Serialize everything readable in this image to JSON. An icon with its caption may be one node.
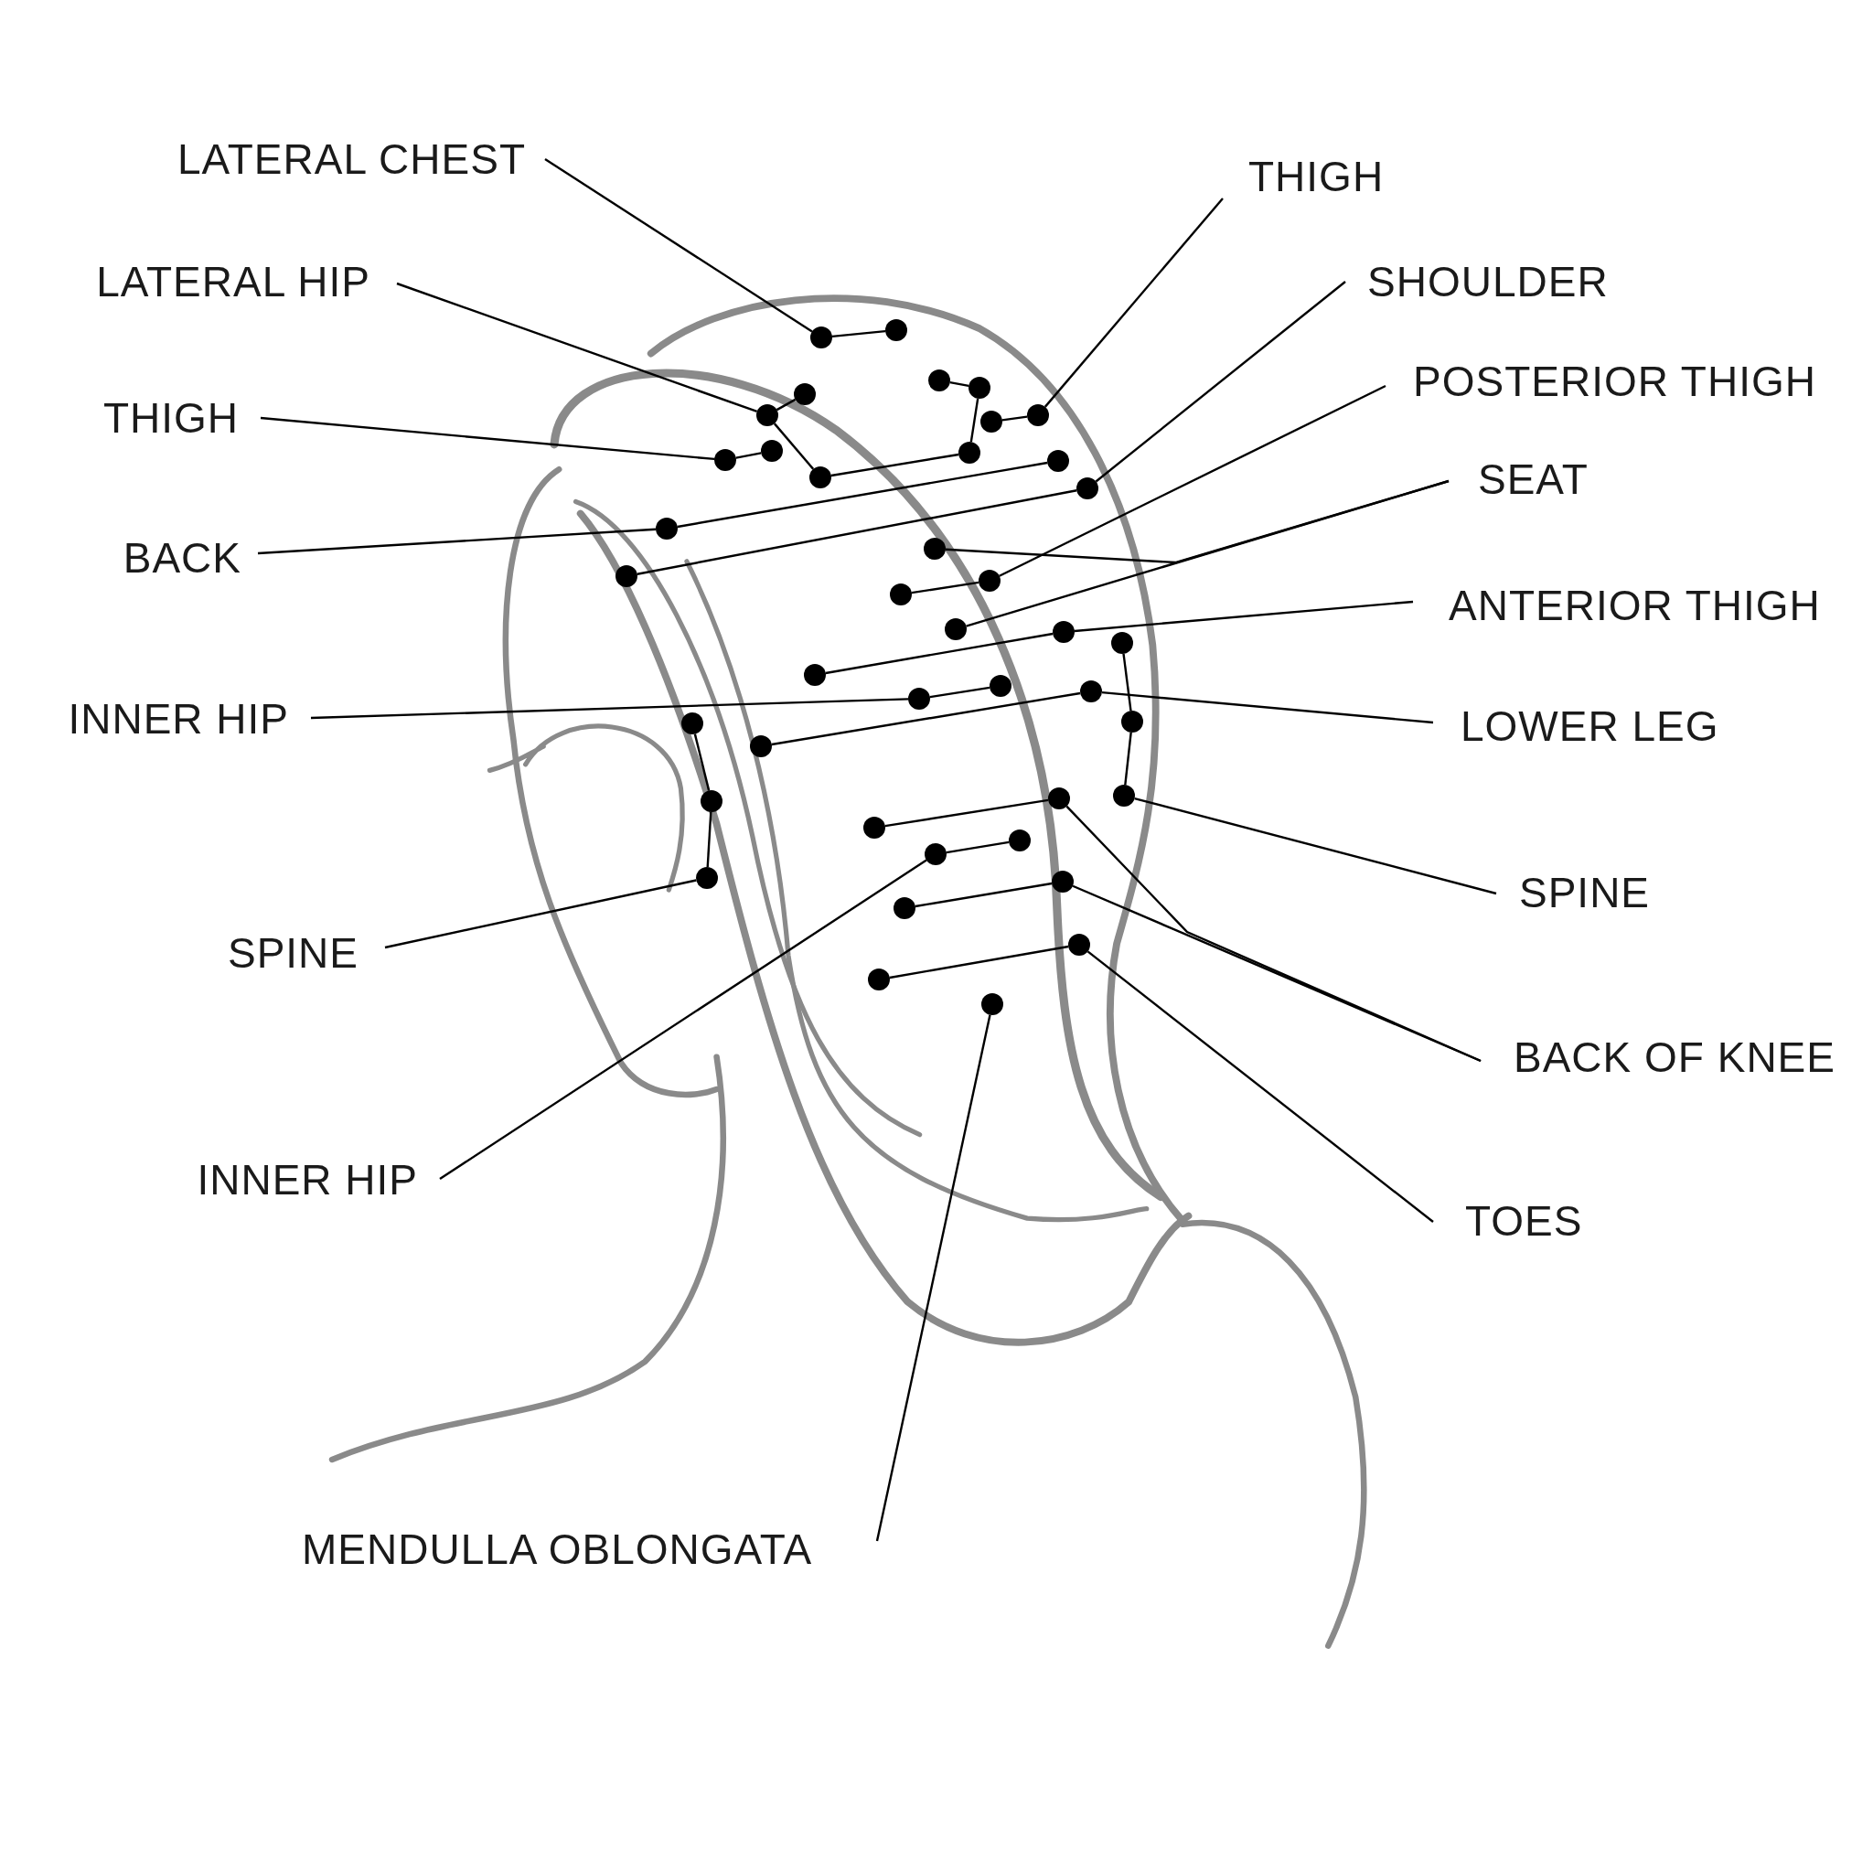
{
  "diagram": {
    "nodes": [
      {
        "text": [
          "LATERAL CHEST"
        ]
      },
      {
        "text": [
          "THIGH"
        ]
      },
      {
        "text": [
          "LATERAL HIP"
        ]
      },
      {
        "text": [
          "SHOULDER"
        ]
      },
      {
        "text": [
          "POSTERIOR THIGH"
        ]
      },
      {
        "text": [
          "THIGH"
        ]
      },
      {
        "text": [
          "SEAT"
        ]
      },
      {
        "text": [
          "BACK"
        ]
      },
      {
        "text": [
          "ANTERIOR THIGH"
        ]
      },
      {
        "text": [
          "INNER HIP"
        ]
      },
      {
        "text": [
          "LOWER LEG"
        ]
      },
      {
        "text": [
          "SPINE"
        ]
      },
      {
        "text": [
          "SPINE"
        ]
      },
      {
        "text": [
          "BACK OF KNEE"
        ]
      },
      {
        "text": [
          "INNER HIP"
        ]
      },
      {
        "text": [
          "TOES"
        ]
      },
      {
        "text": [
          "MENDULLA OBLONGATA"
        ]
      },
      {
        "text": [],
        "shape": "circle"
      },
      {
        "text": [],
        "shape": "circle"
      },
      {
        "text": [],
        "shape": "circle"
      },
      {
        "text": [],
        "shape": "circle"
      },
      {
        "text": [],
        "shape": "circle"
      },
      {
        "text": [],
        "shape": "circle"
      },
      {
        "text": [],
        "shape": "circle"
      },
      {
        "text": [],
        "shape": "circle"
      },
      {
        "text": [],
        "shape": "circle"
      },
      {
        "text": [],
        "shape": "circle"
      },
      {
        "text": [],
        "shape": "circle"
      },
      {
        "text": [],
        "shape": "circle"
      },
      {
        "text": [],
        "shape": "circle"
      },
      {
        "text": [],
        "shape": "circle"
      },
      {
        "text": [],
        "shape": "circle"
      },
      {
        "text": [],
        "shape": "circle"
      },
      {
        "text": [],
        "shape": "circle"
      },
      {
        "text": [],
        "shape": "circle"
      },
      {
        "text": [],
        "shape": "circle"
      },
      {
        "text": [],
        "shape": "circle"
      },
      {
        "text": [],
        "shape": "circle"
      },
      {
        "text": [],
        "shape": "circle"
      },
      {
        "text": [],
        "shape": "circle"
      },
      {
        "text": [],
        "shape": "circle"
      },
      {
        "text": [],
        "shape": "circle"
      },
      {
        "text": [],
        "shape": "circle"
      },
      {
        "text": [],
        "shape": "circle"
      },
      {
        "text": [],
        "shape": "circle"
      },
      {
        "text": [],
        "shape": "circle"
      },
      {
        "text": [],
        "shape": "circle"
      },
      {
        "text": [],
        "shape": "circle"
      },
      {
        "text": [],
        "shape": "circle"
      },
      {
        "text": [],
        "shape": "circle"
      },
      {
        "text": [],
        "shape": "circle"
      },
      {
        "text": [],
        "shape": "circle"
      },
      {
        "text": [],
        "shape": "circle"
      },
      {
        "text": [],
        "shape": "circle"
      },
      {
        "text": [],
        "shape": "circle"
      },
      {
        "text": [],
        "shape": "circle"
      },
      {
        "text": [],
        "shape": "circle"
      },
      {
        "text": [],
        "shape": "circle"
      }
    ],
    "edges": [
      {
        "from": 0,
        "to": 17,
        "arrow": "none"
      },
      {
        "from": 17,
        "to": 18,
        "arrow": "none"
      },
      {
        "from": 2,
        "to": 22,
        "arrow": "none"
      },
      {
        "from": 22,
        "to": 21,
        "arrow": "none"
      },
      {
        "from": 22,
        "to": 29,
        "arrow": "none"
      },
      {
        "from": 29,
        "to": 26,
        "arrow": "none"
      },
      {
        "from": 26,
        "to": 20,
        "arrow": "none"
      },
      {
        "from": 20,
        "to": 19,
        "arrow": "none"
      },
      {
        "from": 1,
        "to": 23,
        "arrow": "none"
      },
      {
        "from": 23,
        "to": 24,
        "arrow": "none"
      },
      {
        "from": 5,
        "to": 27,
        "arrow": "none"
      },
      {
        "from": 27,
        "to": 25,
        "arrow": "none"
      },
      {
        "from": 7,
        "to": 31,
        "arrow": "none"
      },
      {
        "from": 31,
        "to": 28,
        "arrow": "none"
      },
      {
        "from": 3,
        "to": 30,
        "arrow": "none"
      },
      {
        "from": 30,
        "to": 33,
        "arrow": "none"
      },
      {
        "from": 4,
        "to": 34,
        "arrow": "none"
      },
      {
        "from": 34,
        "to": 35,
        "arrow": "none"
      },
      {
        "from": 6,
        "to": 36,
        "arrow": "none"
      },
      {
        "from": 6,
        "to": 32,
        "arrow": "none"
      },
      {
        "from": 8,
        "to": 37,
        "arrow": "none"
      },
      {
        "from": 37,
        "to": 39,
        "arrow": "none"
      },
      {
        "from": 10,
        "to": 41,
        "arrow": "none"
      },
      {
        "from": 41,
        "to": 45,
        "arrow": "none"
      },
      {
        "from": 9,
        "to": 42,
        "arrow": "none"
      },
      {
        "from": 42,
        "to": 40,
        "arrow": "none"
      },
      {
        "from": 11,
        "to": 46,
        "arrow": "none"
      },
      {
        "from": 46,
        "to": 44,
        "arrow": "none"
      },
      {
        "from": 44,
        "to": 38,
        "arrow": "none"
      },
      {
        "from": 12,
        "to": 52,
        "arrow": "none"
      },
      {
        "from": 52,
        "to": 48,
        "arrow": "none"
      },
      {
        "from": 48,
        "to": 43,
        "arrow": "none"
      },
      {
        "from": 13,
        "to": 53,
        "arrow": "none"
      },
      {
        "from": 13,
        "to": 47,
        "arrow": "none"
      },
      {
        "from": 53,
        "to": 54,
        "arrow": "none"
      },
      {
        "from": 47,
        "to": 49,
        "arrow": "none"
      },
      {
        "from": 14,
        "to": 51,
        "arrow": "none"
      },
      {
        "from": 51,
        "to": 50,
        "arrow": "none"
      },
      {
        "from": 15,
        "to": 55,
        "arrow": "none"
      },
      {
        "from": 55,
        "to": 56,
        "arrow": "none"
      },
      {
        "from": 16,
        "to": 57,
        "arrow": "none"
      }
    ]
  }
}
